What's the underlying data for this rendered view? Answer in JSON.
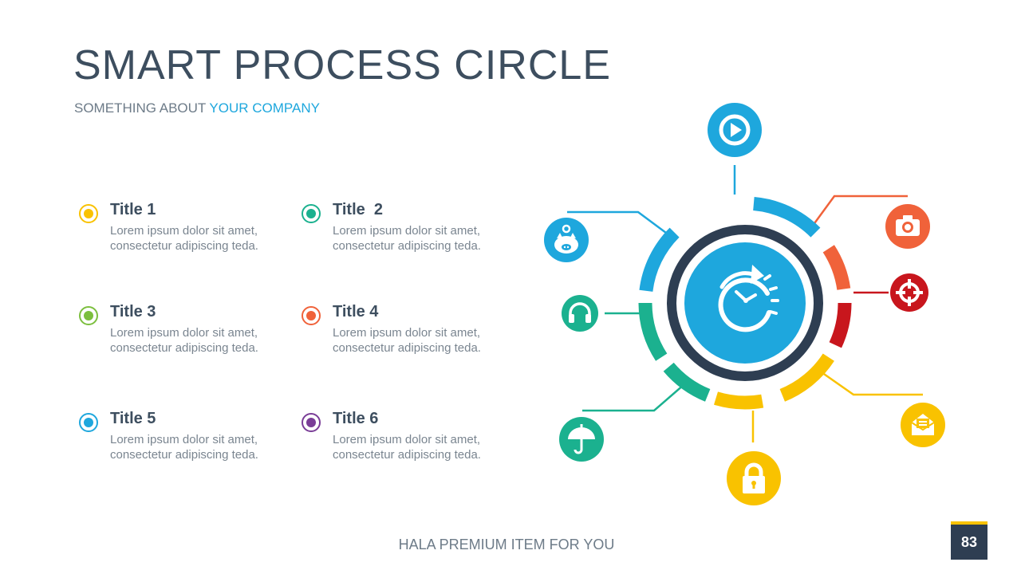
{
  "slide": {
    "title": "SMART PROCESS CIRCLE",
    "subtitle_prefix": "SOMETHING ABOUT ",
    "subtitle_accent": "YOUR COMPANY",
    "footer": "HALA PREMIUM ITEM FOR YOU",
    "page_number": "83"
  },
  "items": [
    {
      "title": "Title 1",
      "text": "Lorem ipsum dolor sit amet, consectetur adipiscing teda.",
      "color": "#f9c200"
    },
    {
      "title": "Title  2",
      "text": "Lorem ipsum dolor sit amet, consectetur adipiscing teda.",
      "color": "#1bb18f"
    },
    {
      "title": "Title 3",
      "text": "Lorem ipsum dolor sit amet, consectetur adipiscing teda.",
      "color": "#7cbf3e"
    },
    {
      "title": "Title 4",
      "text": "Lorem ipsum dolor sit amet, consectetur adipiscing teda.",
      "color": "#f0623a"
    },
    {
      "title": "Title 5",
      "text": "Lorem ipsum dolor sit amet, consectetur adipiscing teda.",
      "color": "#1ea7dd"
    },
    {
      "title": "Title 6",
      "text": "Lorem ipsum dolor sit amet, consectetur adipiscing teda.",
      "color": "#7a3d97"
    }
  ],
  "diagram": {
    "center_icon": "clock-refresh-icon",
    "colors": {
      "center": "#1ea7dd",
      "ring": "#2e3e52"
    },
    "nodes": [
      {
        "icon": "play-icon",
        "color": "#1ea7dd"
      },
      {
        "icon": "camera-icon",
        "color": "#f0623a"
      },
      {
        "icon": "target-icon",
        "color": "#c8161d"
      },
      {
        "icon": "envelope-icon",
        "color": "#f9c200"
      },
      {
        "icon": "lock-icon",
        "color": "#f9c200"
      },
      {
        "icon": "umbrella-icon",
        "color": "#1bb18f"
      },
      {
        "icon": "headphones-icon",
        "color": "#1bb18f"
      },
      {
        "icon": "piggy-bank-icon",
        "color": "#1ea7dd"
      }
    ]
  }
}
